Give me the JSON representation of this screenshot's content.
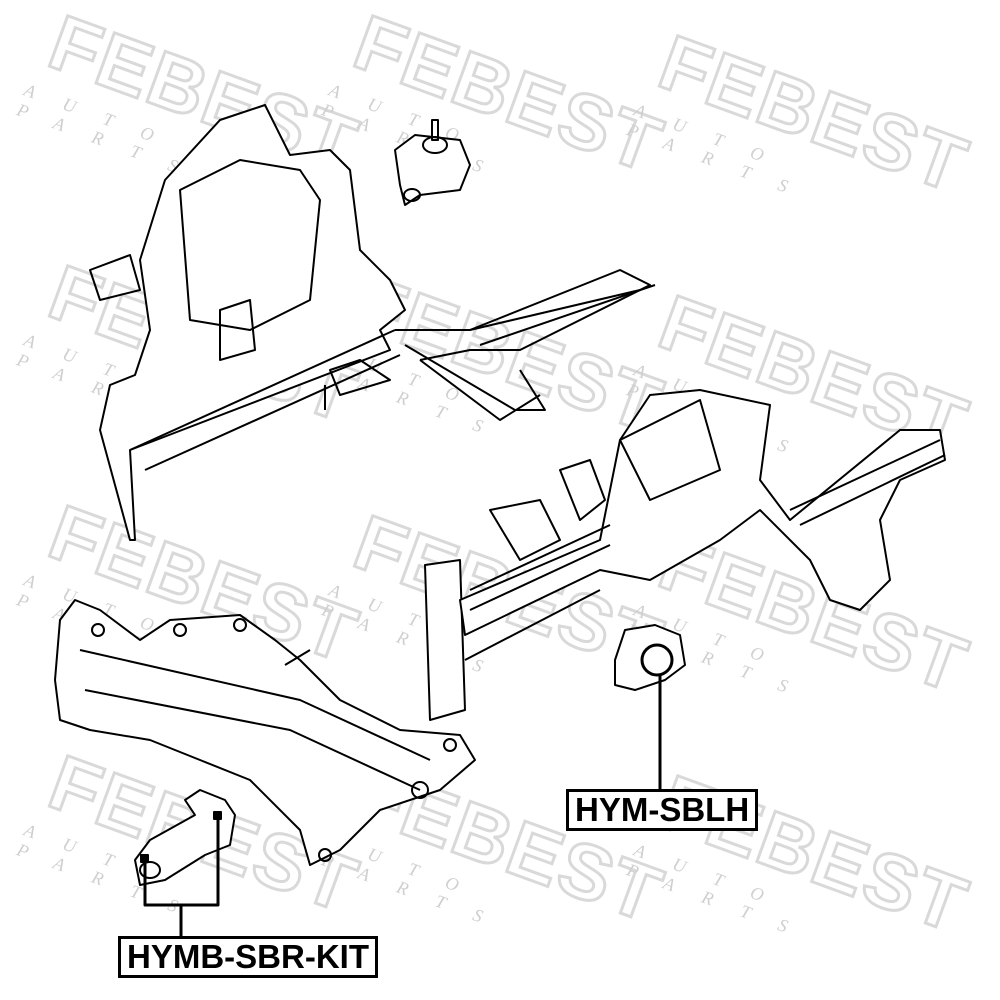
{
  "watermark": {
    "brand": "FEBEST",
    "subtitle": "AUTO PARTS"
  },
  "labels": {
    "sblh": "HYM-SBLH",
    "sbr_kit": "HYMB-SBR-KIT"
  },
  "colors": {
    "line": "#000000",
    "watermark": "#d9d9d9"
  }
}
